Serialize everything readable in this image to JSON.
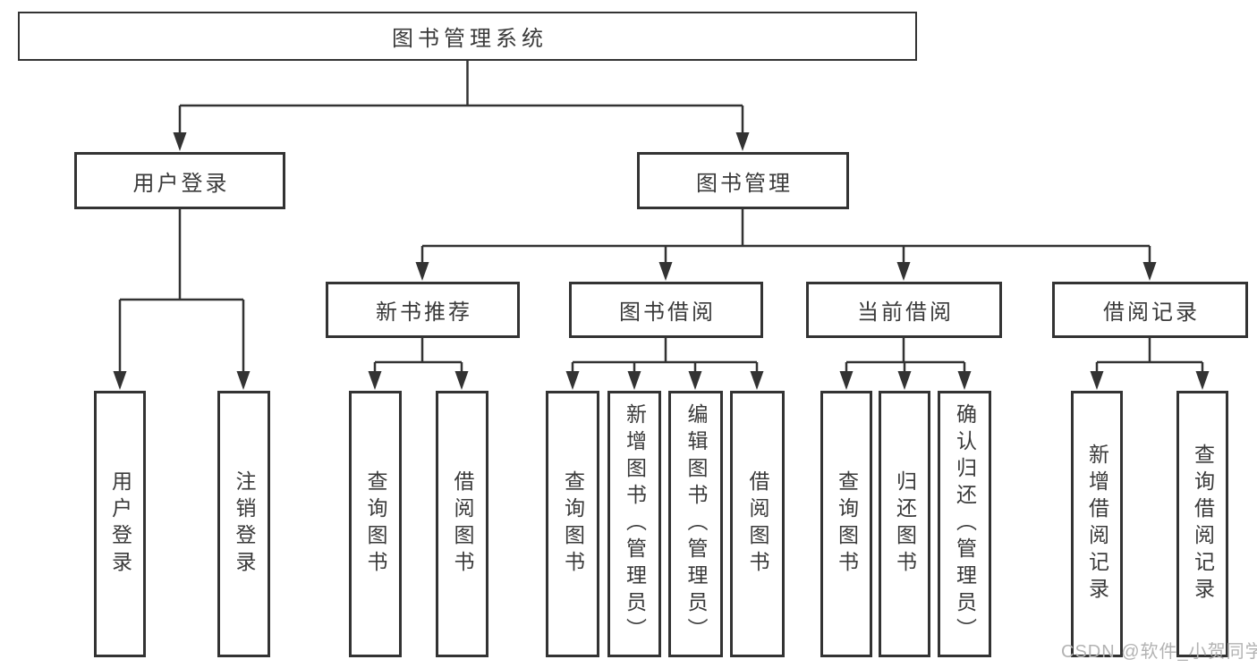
{
  "diagram": {
    "tree": {
      "label": "图书管理系统",
      "children": [
        {
          "label": "用户登录",
          "children": [
            {
              "label": "用户登录"
            },
            {
              "label": "注销登录"
            }
          ]
        },
        {
          "label": "图书管理",
          "children": [
            {
              "label": "新书推荐",
              "children": [
                {
                  "label": "查询图书"
                },
                {
                  "label": "借阅图书"
                }
              ]
            },
            {
              "label": "图书借阅",
              "children": [
                {
                  "label": "查询图书"
                },
                {
                  "label": "新增图书（管理员）"
                },
                {
                  "label": "编辑图书（管理员）"
                },
                {
                  "label": "借阅图书"
                }
              ]
            },
            {
              "label": "当前借阅",
              "children": [
                {
                  "label": "查询图书"
                },
                {
                  "label": "归还图书"
                },
                {
                  "label": "确认归还（管理员）"
                }
              ]
            },
            {
              "label": "借阅记录",
              "children": [
                {
                  "label": "新增借阅记录"
                },
                {
                  "label": "查询借阅记录"
                }
              ]
            }
          ]
        }
      ]
    },
    "colors": {
      "line": "#333333",
      "text": "#3a3a3a",
      "watermark": "#b3b3b3",
      "background": "#ffffff"
    }
  },
  "watermark": {
    "text": "CSDN @软件_小贺同学"
  }
}
